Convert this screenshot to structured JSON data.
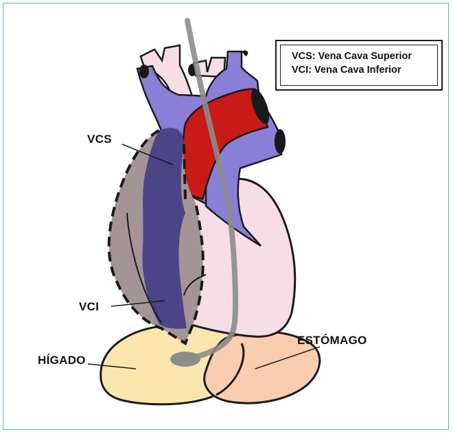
{
  "legend": {
    "line1": "VCS: Vena Cava Superior",
    "line2": "VCI: Vena Cava Inferior"
  },
  "labels": {
    "vcs": "VCS",
    "vci": "VCI",
    "higado": "HÍGADO",
    "estomago": "ESTÓMAGO"
  },
  "colors": {
    "frame": "#39b4e6",
    "vena_cava_purple": "#8a7fd6",
    "vena_cava_dark": "#4b4587",
    "aorta_red": "#c81a16",
    "heart_pink": "#f7dde6",
    "atrium_gray": "#a59496",
    "liver_yellow": "#fbe6ad",
    "stomach_peach": "#f8cdb0",
    "catheter_gray": "#8c8c8c"
  }
}
